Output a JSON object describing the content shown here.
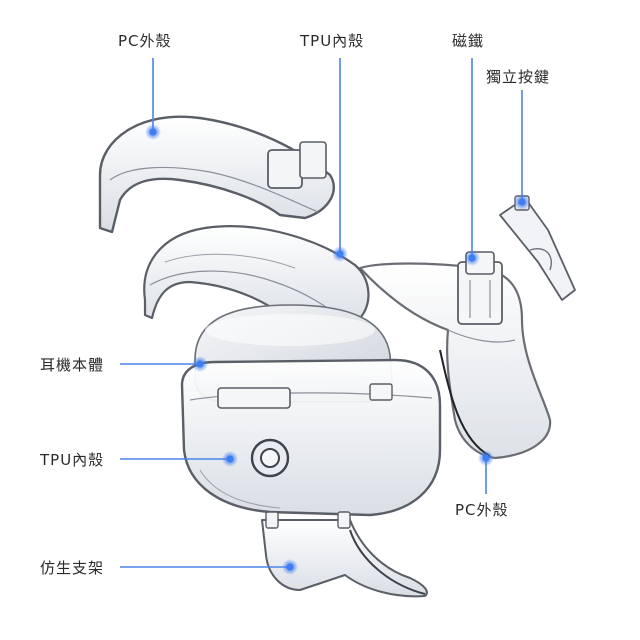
{
  "labels": {
    "pc_outer_top": "PC外殼",
    "tpu_inner_top": "TPU內殼",
    "magnet": "磁鐵",
    "independent_button": "獨立按鍵",
    "earphone_body": "耳機本體",
    "tpu_inner_left": "TPU內殼",
    "pc_outer_right": "PC外殼",
    "bionic_stand": "仿生支架"
  },
  "colors": {
    "leader_line": "#4d84e8",
    "leader_dot": "#3f7df0",
    "shell_stroke": "#5a5e66",
    "shell_fill": "#eef0f3",
    "body_fill": "#dfe3e8"
  }
}
